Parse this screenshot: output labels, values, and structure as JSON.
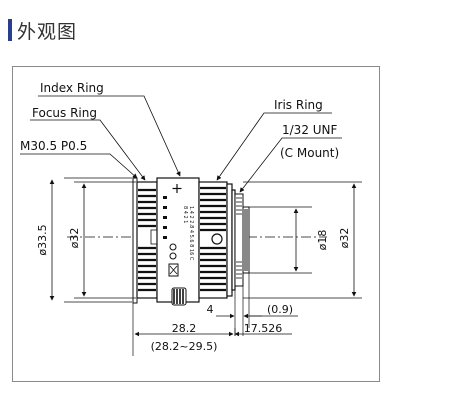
{
  "header": {
    "title": "外观图"
  },
  "colors": {
    "accent": "#2b3d8f",
    "line": "#111111",
    "frame": "#8a8a8a"
  },
  "callouts": {
    "index_ring": "Index Ring",
    "focus_ring": "Focus Ring",
    "thread": "M30.5 P0.5",
    "iris_ring": "Iris Ring",
    "mount_thread": "1/32 UNF",
    "mount_name": "(C Mount)"
  },
  "dimensions": {
    "dia_outer": "ø33.5",
    "dia_front": "ø32",
    "dia_rear_small": "ø18",
    "dia_rear": "ø32",
    "length": "28.2",
    "length_range": "(28.2~29.5)",
    "mount_gap": "4",
    "flange_depth": "(0.9)",
    "flange_back": "17.526"
  },
  "scales": {
    "focus_marks": "8 4 2 1",
    "iris_marks": "1.4 2 2.8 4 5.6 8 16 C"
  }
}
